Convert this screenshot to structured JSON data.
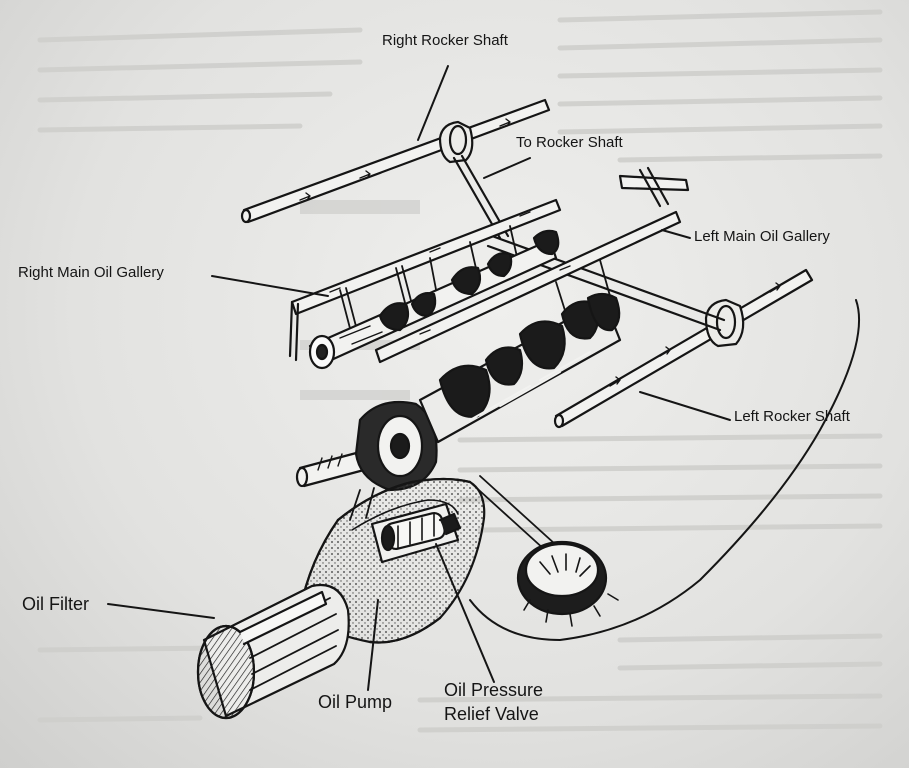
{
  "labels": {
    "right_rocker_shaft": "Right Rocker Shaft",
    "to_rocker_shaft": "To Rocker Shaft",
    "left_main_oil_gallery": "Left Main Oil Gallery",
    "right_main_oil_gallery": "Right Main Oil Gallery",
    "left_rocker_shaft": "Left Rocker Shaft",
    "oil_filter": "Oil Filter",
    "oil_pump": "Oil Pump",
    "oil_pressure_relief_valve_line1": "Oil Pressure",
    "oil_pressure_relief_valve_line2": "Relief Valve"
  },
  "colors": {
    "ink": "#151515",
    "paper": "#e4e4e2"
  }
}
